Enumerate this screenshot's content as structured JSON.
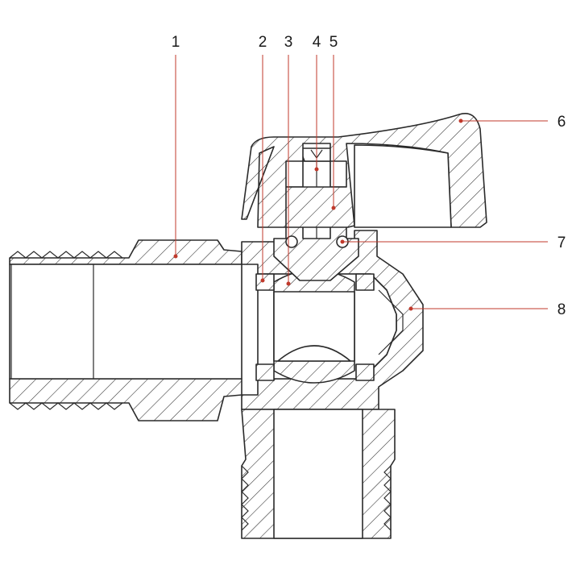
{
  "diagram": {
    "callouts": [
      {
        "id": "1",
        "label": "1"
      },
      {
        "id": "2",
        "label": "2"
      },
      {
        "id": "3",
        "label": "3"
      },
      {
        "id": "4",
        "label": "4"
      },
      {
        "id": "5",
        "label": "5"
      },
      {
        "id": "6",
        "label": "6"
      },
      {
        "id": "7",
        "label": "7"
      },
      {
        "id": "8",
        "label": "8"
      }
    ],
    "colors": {
      "leader": "#c0392b",
      "outline": "#2a2a2a",
      "background": "#ffffff"
    }
  }
}
